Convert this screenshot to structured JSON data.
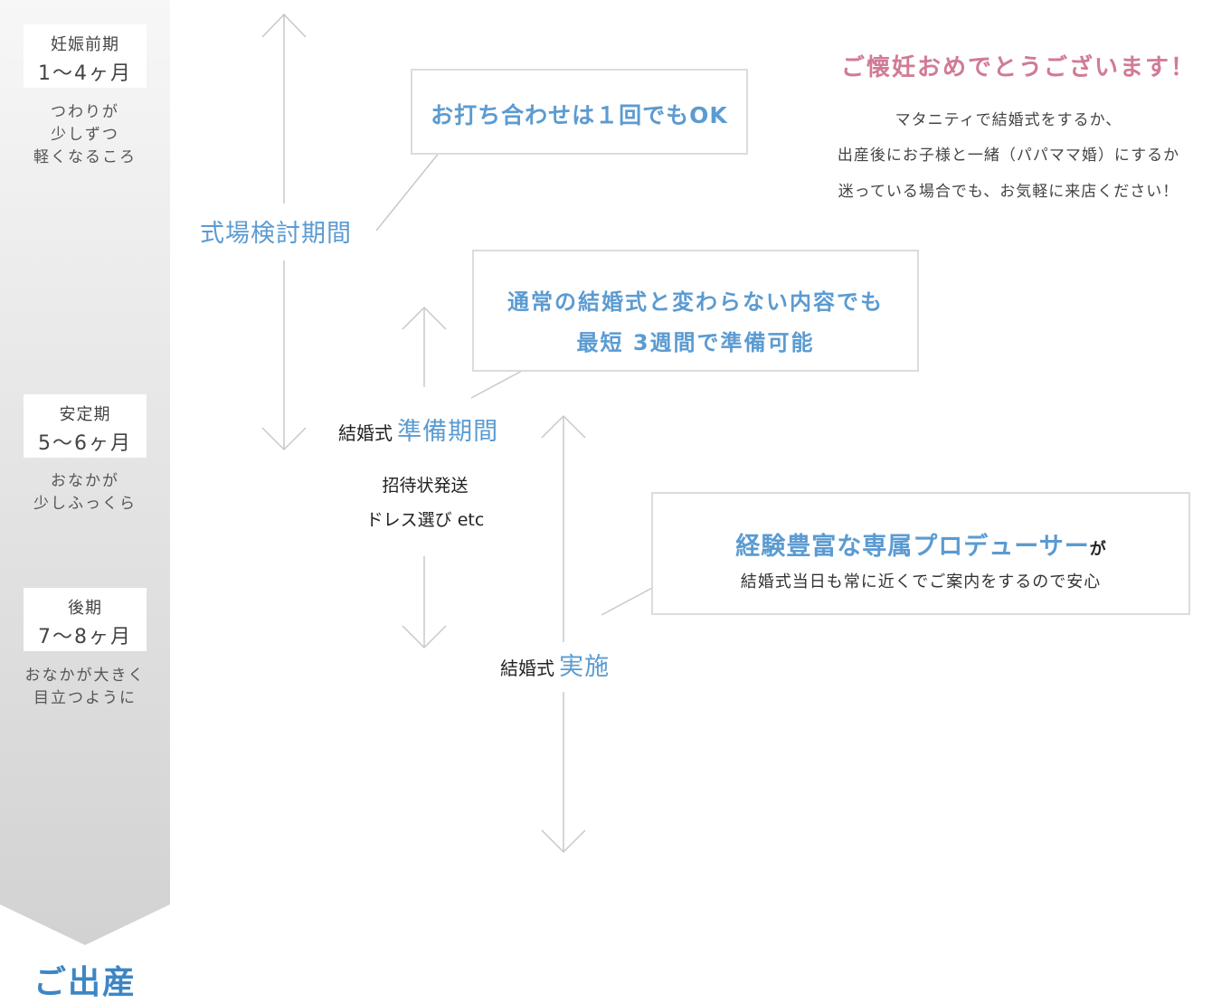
{
  "timeline": {
    "periods": [
      {
        "name": "妊娠前期",
        "months": "1〜4ヶ月",
        "desc": [
          "つわりが",
          "少しずつ",
          "軽くなるころ"
        ]
      },
      {
        "name": "安定期",
        "months": "5〜6ヶ月",
        "desc": [
          "おなかが",
          "少しふっくら"
        ]
      },
      {
        "name": "後期",
        "months": "7〜8ヶ月",
        "desc": [
          "おなかが大きく",
          "目立つように"
        ]
      }
    ],
    "end_label": "ご出産"
  },
  "phases": {
    "venue": {
      "label": "式場検討期間"
    },
    "prep": {
      "prefix": "結婚式",
      "label": "準備期間",
      "tasks": [
        "招待状発送",
        "ドレス選び etc"
      ]
    },
    "execution": {
      "prefix": "結婚式",
      "label": "実施"
    }
  },
  "callouts": {
    "meeting": {
      "text": "お打ち合わせは１回でもOK"
    },
    "speed": {
      "line1": "通常の結婚式と変わらない内容でも",
      "line2": "最短 3週間で準備可能"
    },
    "producer": {
      "highlight": "経験豊富な専属プロデューサー",
      "suffix": "が",
      "line2": "結婚式当日も常に近くでご案内をするので安心"
    }
  },
  "congrats": {
    "title": "ご懐妊おめでとうございます！",
    "lines": [
      "マタニティで結婚式をするか、",
      "出産後にお子様と一緒（パパママ婚）にするか",
      "迷っている場合でも、お気軽に来店ください！"
    ]
  },
  "colors": {
    "accent_blue": "#5b9bd1",
    "title_blue": "#3d86c4",
    "congrats_pink": "#d07b94",
    "line_gray": "#c8c8c8"
  }
}
